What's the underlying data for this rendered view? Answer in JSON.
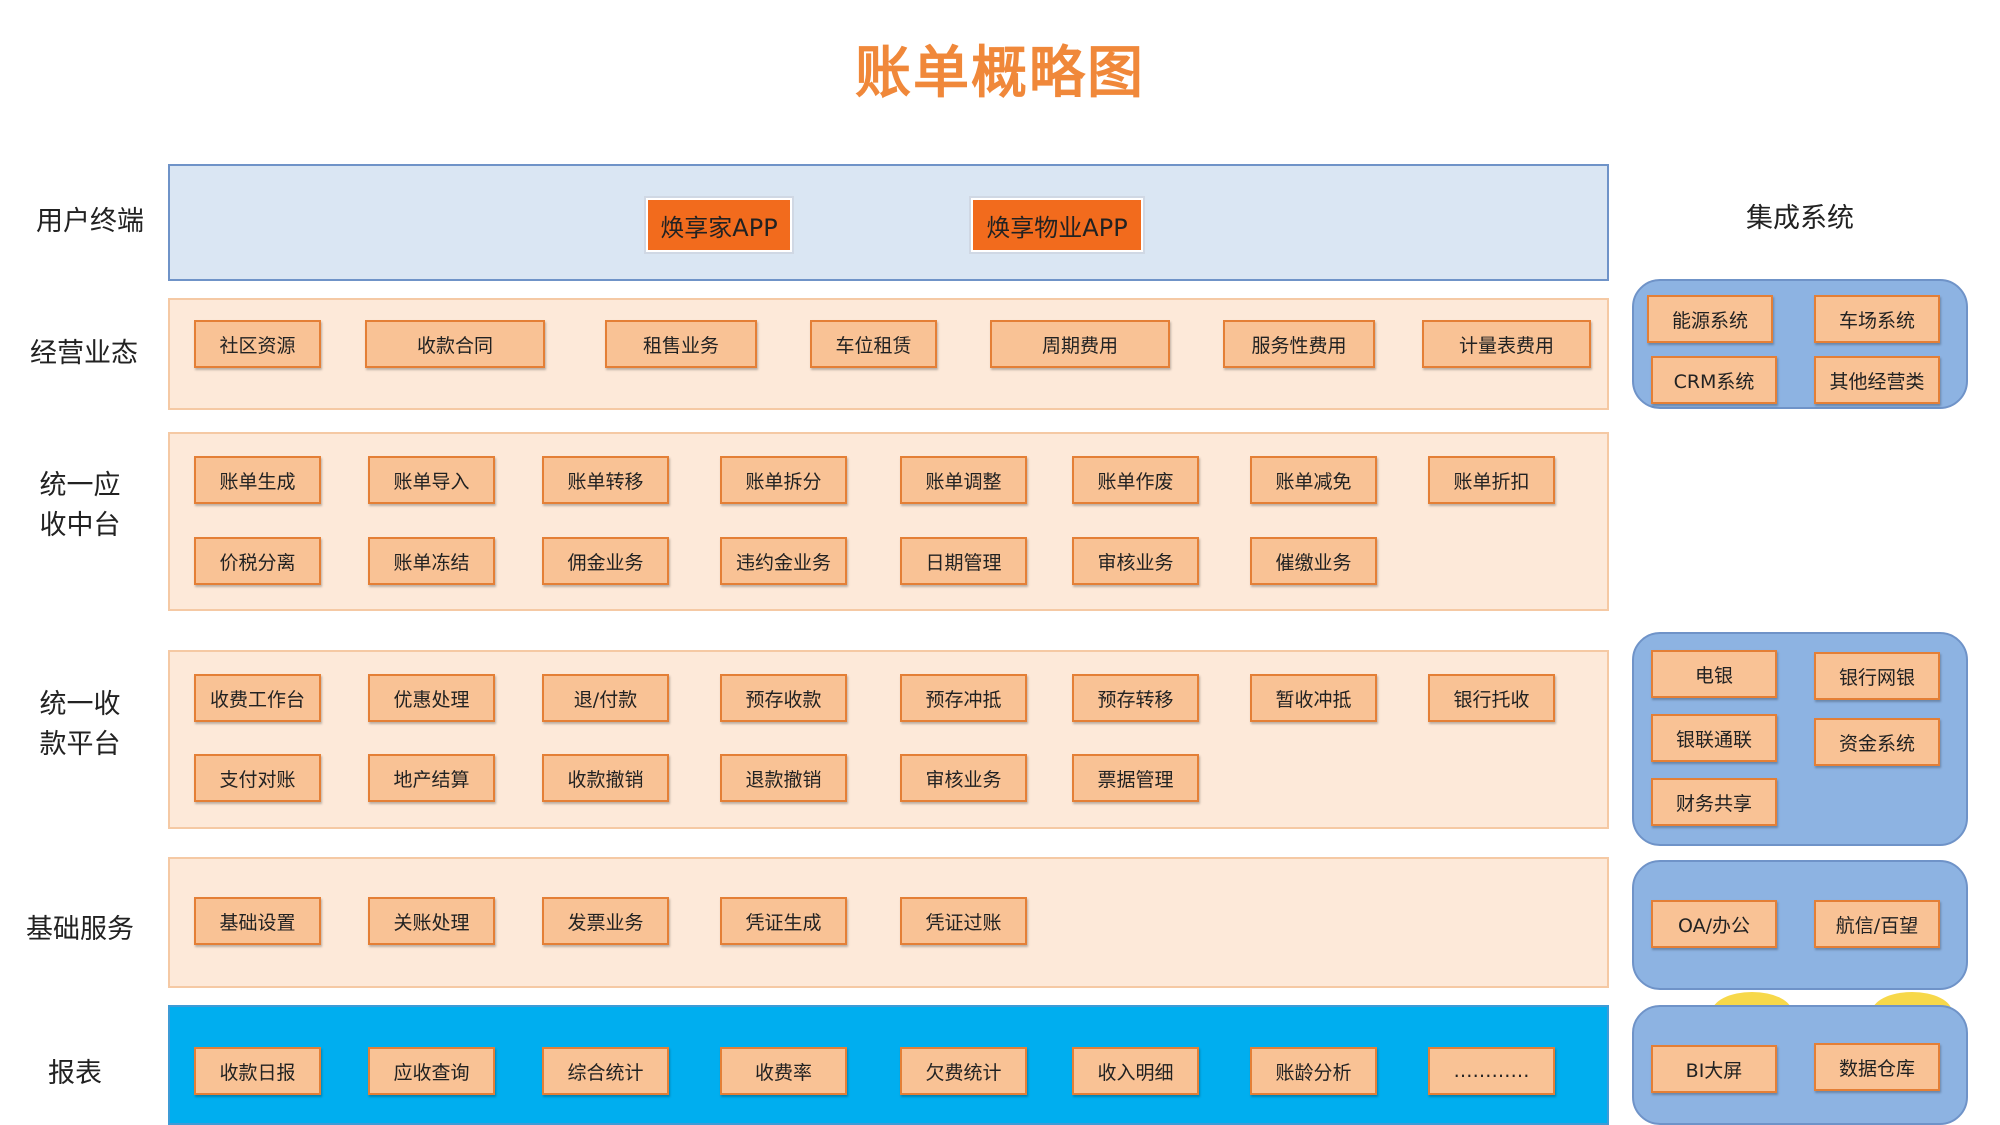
{
  "title": "账单概略图",
  "integration_title": "集成系统",
  "rows": {
    "user_terminal": {
      "label": "用户终端",
      "items": [
        "焕享家APP",
        "焕享物业APP"
      ]
    },
    "business": {
      "label": "经营业态",
      "items": [
        "社区资源",
        "收款合同",
        "租售业务",
        "车位租赁",
        "周期费用",
        "服务性费用",
        "计量表费用"
      ]
    },
    "receivable": {
      "label_line1": "统一应",
      "label_line2": "收中台",
      "items_row1": [
        "账单生成",
        "账单导入",
        "账单转移",
        "账单拆分",
        "账单调整",
        "账单作废",
        "账单减免",
        "账单折扣"
      ],
      "items_row2": [
        "价税分离",
        "账单冻结",
        "佣金业务",
        "违约金业务",
        "日期管理",
        "审核业务",
        "催缴业务"
      ]
    },
    "collection": {
      "label_line1": "统一收",
      "label_line2": "款平台",
      "items_row1": [
        "收费工作台",
        "优惠处理",
        "退/付款",
        "预存收款",
        "预存冲抵",
        "预存转移",
        "暂收冲抵",
        "银行托收"
      ],
      "items_row2": [
        "支付对账",
        "地产结算",
        "收款撤销",
        "退款撤销",
        "审核业务",
        "票据管理"
      ]
    },
    "basic": {
      "label": "基础服务",
      "items": [
        "基础设置",
        "关账处理",
        "发票业务",
        "凭证生成",
        "凭证过账"
      ]
    },
    "report": {
      "label": "报表",
      "items": [
        "收款日报",
        "应收查询",
        "综合统计",
        "收费率",
        "欠费统计",
        "收入明细",
        "账龄分析",
        "…………"
      ]
    }
  },
  "integration": {
    "business": [
      "能源系统",
      "车场系统",
      "CRM系统",
      "其他经营类"
    ],
    "collection": [
      "电银",
      "银行网银",
      "银联通联",
      "资金系统",
      "财务共享"
    ],
    "basic": [
      "OA/办公",
      "航信/百望"
    ],
    "report": [
      "BI大屏",
      "数据仓库"
    ]
  }
}
